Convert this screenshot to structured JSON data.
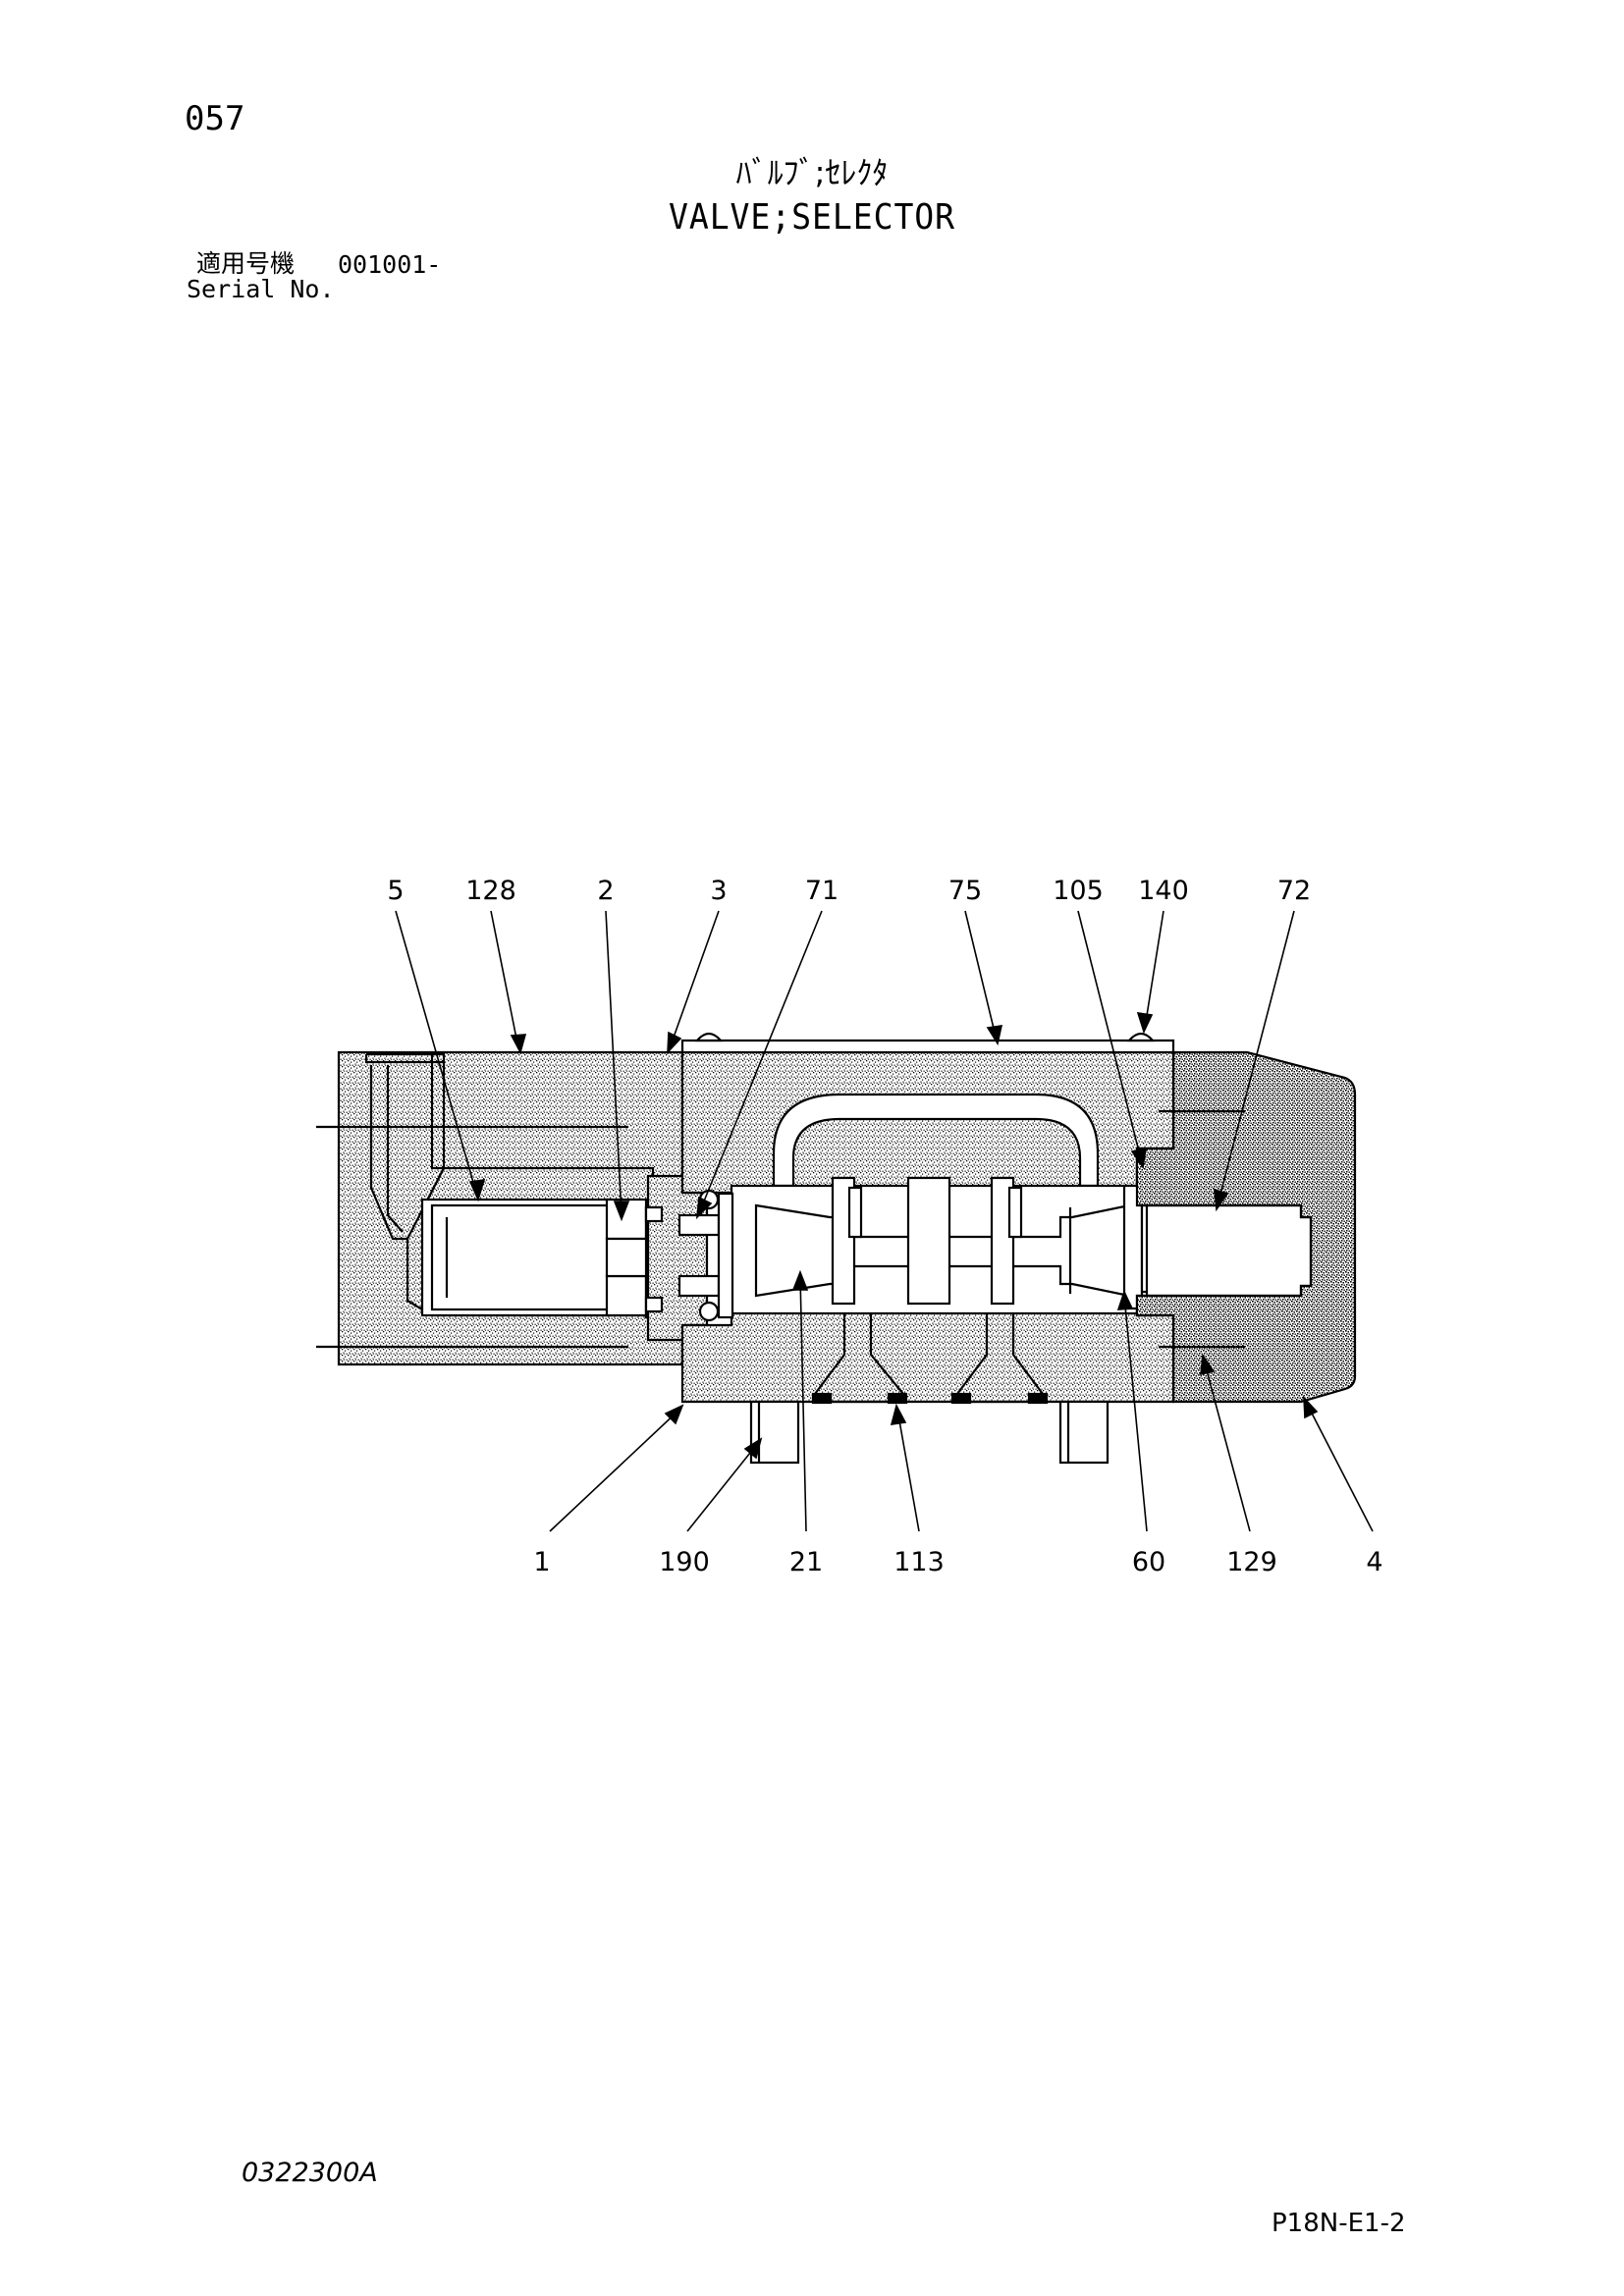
{
  "page": {
    "number": "057",
    "title_jp": "ﾊﾞﾙﾌﾞ;ｾﾚｸﾀ",
    "title_en": "VALVE;SELECTOR",
    "serial_label_jp": "適用号機",
    "serial_value": "001001-",
    "serial_label_en": "Serial No.",
    "drawing_code": "0322300A",
    "sheet_code": "P18N-E1-2"
  },
  "callouts_top": [
    "5",
    "128",
    "2",
    "3",
    "71",
    "75",
    "105",
    "140",
    "72"
  ],
  "callouts_bottom": [
    "1",
    "190",
    "21",
    "113",
    "60",
    "129",
    "4"
  ],
  "colors": {
    "ink": "#000000",
    "paper": "#ffffff"
  }
}
